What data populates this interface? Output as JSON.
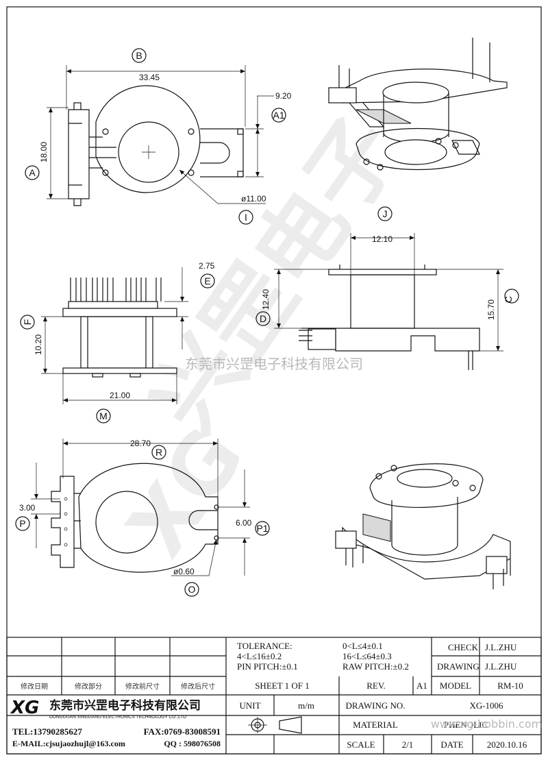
{
  "dimensions": {
    "B": "33.45",
    "A1": "9.20",
    "A": "18.00",
    "I": "ø11.00",
    "E": "2.75",
    "F": "10.20",
    "M": "21.00",
    "J": "12.10",
    "D": "12.40",
    "C": "15.70",
    "R": "28.70",
    "P": "3.00",
    "P1": "6.00",
    "O": "ø0.60"
  },
  "dim_labels": {
    "B": "B",
    "A1": "A1",
    "A": "A",
    "I": "I",
    "E": "E",
    "F": "F",
    "M": "M",
    "J": "J",
    "D": "D",
    "C": "C",
    "R": "R",
    "P": "P",
    "P1": "P1",
    "O": "O"
  },
  "watermark": {
    "company_line": "东莞市兴罡电子科技有限公司",
    "diagonal": "兴罡电子",
    "logo_letters": "XG",
    "url": "www.xg-bobbin.com"
  },
  "title_block": {
    "tolerance_label": "TOLERANCE:",
    "tol_1": "0<L≤4±0.1",
    "tol_2": "4<L≤16±0.2",
    "tol_3": "16<L≤64±0.3",
    "pin_pitch": "PIN PITCH:±0.1",
    "raw_pitch": "RAW PITCH:±0.2",
    "check_label": "CHECK",
    "check_value": "J.L.ZHU",
    "drawing_label": "DRAWING",
    "drawing_value": "J.L.ZHU",
    "model_label": "MODEL",
    "model_value": "RM-10",
    "sheet": "SHEET 1 OF 1",
    "rev_label": "REV.",
    "rev_value": "A1",
    "unit_label": "UNIT",
    "unit_value": "m/m",
    "drawing_no_label": "DRAWING NO.",
    "drawing_no_value": "XG-1006",
    "material_label": "MATERIAL",
    "material_value": "PHENOLIC",
    "scale_label": "SCALE",
    "scale_value": "2/1",
    "date_label": "DATE",
    "date_value": "2020.10.16",
    "rev_cols": [
      "修改日期",
      "修改部分",
      "修改前尺寸",
      "修改后尺寸"
    ]
  },
  "company": {
    "logo": "XG",
    "name_cn": "东莞市兴罡电子科技有限公司",
    "name_en": "DONGGUAN XINGGANG ELECTRONICS TECHNOLOGY CO.,LTD",
    "tel": "TEL:13790285627",
    "fax": "FAX:0769-83008591",
    "email": "E-MAIL:cjsujaozhujl@163.com",
    "qq": "QQ : 598076508"
  }
}
